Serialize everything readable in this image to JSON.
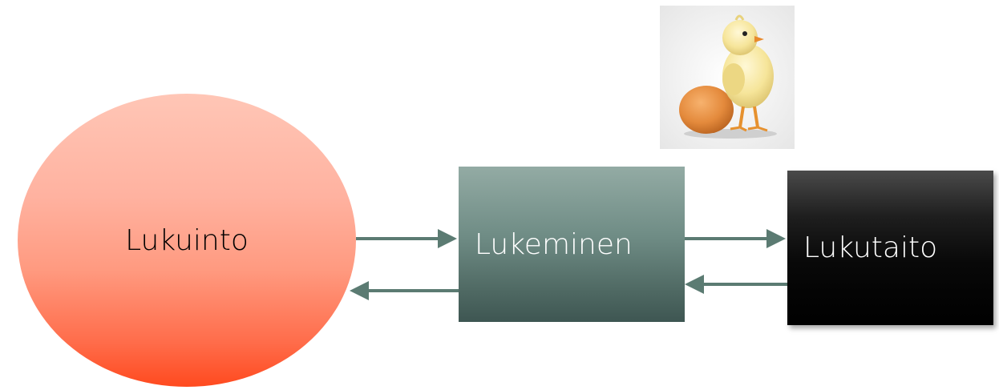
{
  "nodes": {
    "lukuinto": {
      "label": "Lukuinto"
    },
    "lukeminen": {
      "label": "Lukeminen"
    },
    "lukutaito": {
      "label": "Lukutaito"
    }
  },
  "picture": {
    "icon": "chick-and-egg-icon"
  },
  "colors": {
    "arrow": "#5b7b72",
    "lukuinto_fill_top": "#ffc6b6",
    "lukuinto_fill_bottom": "#ff4a1f",
    "lukeminen_fill_top": "#93aba4",
    "lukeminen_fill_bottom": "#3e5652",
    "lukutaito_fill": "#000000"
  },
  "edges": [
    {
      "from": "lukuinto",
      "to": "lukeminen"
    },
    {
      "from": "lukeminen",
      "to": "lukuinto"
    },
    {
      "from": "lukeminen",
      "to": "lukutaito"
    },
    {
      "from": "lukutaito",
      "to": "lukeminen"
    }
  ]
}
